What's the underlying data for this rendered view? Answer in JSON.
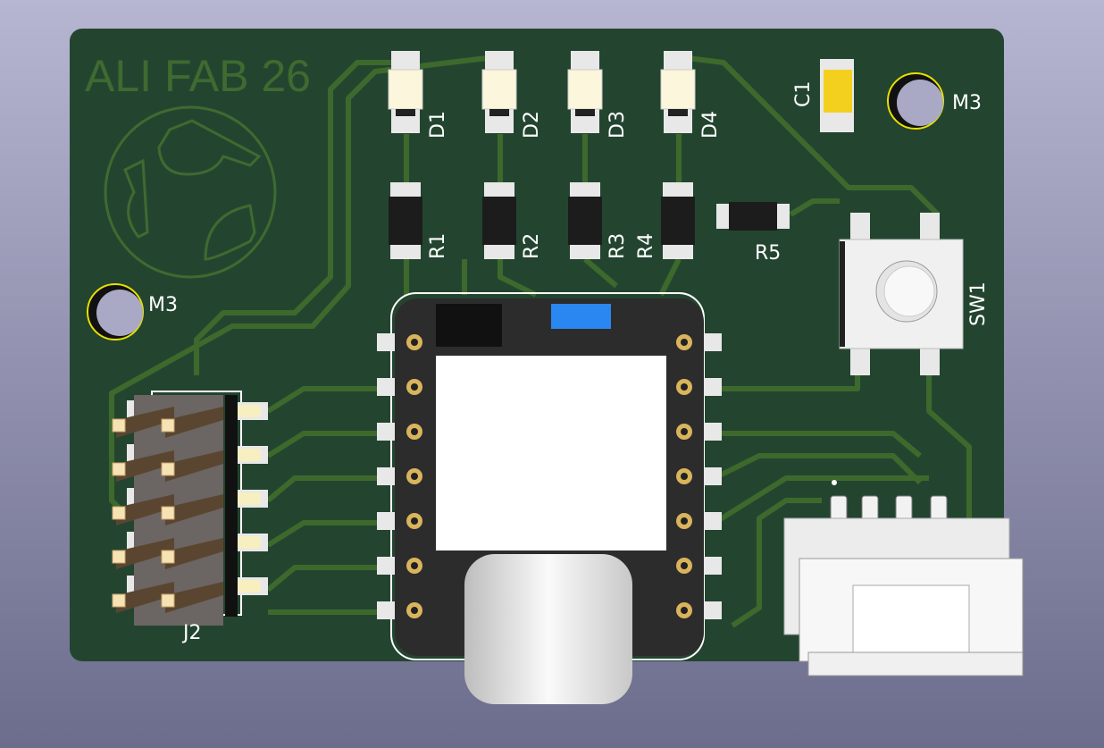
{
  "board": {
    "title_text": "ALI FAB 26",
    "colors": {
      "board": "#234530",
      "trace": "#3d692c",
      "silk": "#ffffff",
      "pad": "#e8e8e8",
      "gold": "#d7b880"
    }
  },
  "components": {
    "leds": [
      "D1",
      "D2",
      "D3",
      "D4"
    ],
    "resistors": [
      "R1",
      "R2",
      "R3",
      "R4"
    ],
    "r5": "R5",
    "capacitor": "C1",
    "mount_hole_right": "M3",
    "mount_hole_left": "M3",
    "switch": "SW1",
    "header": "J2"
  }
}
